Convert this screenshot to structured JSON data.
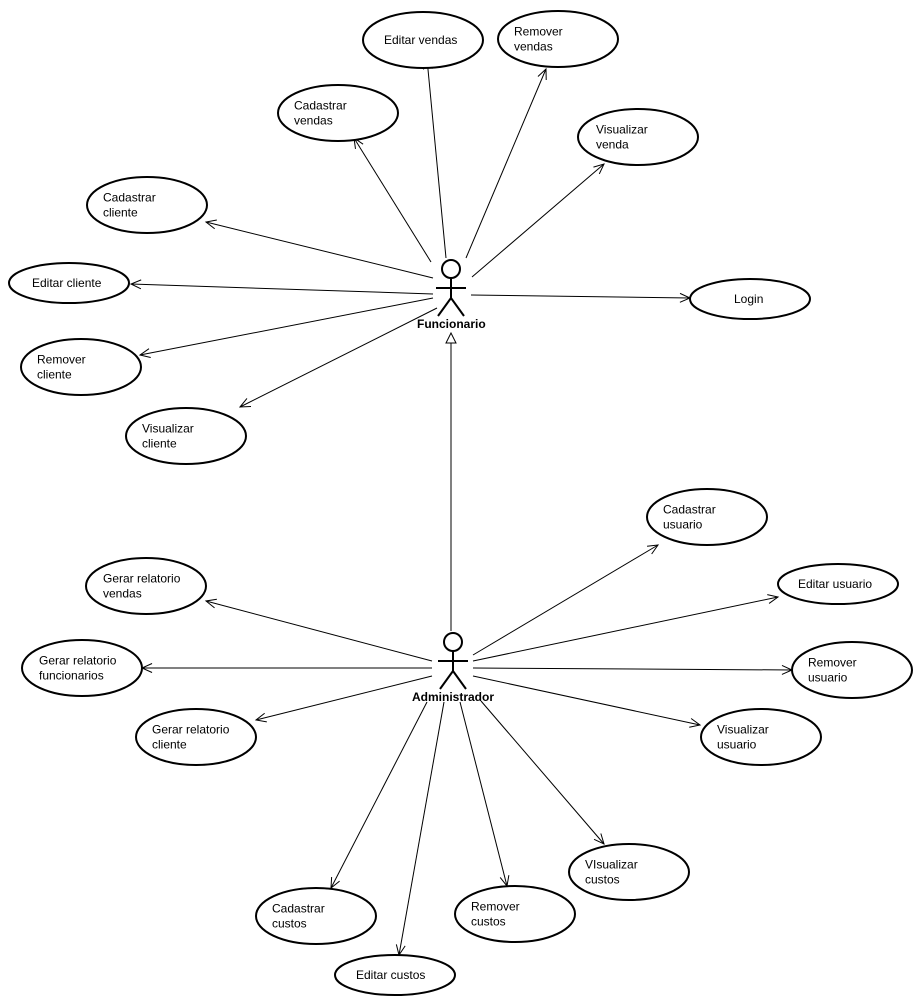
{
  "actors": {
    "funcionario": {
      "name": "Funcionario"
    },
    "administrador": {
      "name": "Administrador"
    }
  },
  "use_cases": {
    "editar_vendas": [
      "Editar vendas"
    ],
    "remover_vendas": [
      "Remover",
      "vendas"
    ],
    "cadastrar_vendas": [
      "Cadastrar",
      "vendas"
    ],
    "visualizar_venda": [
      "Visualizar",
      "venda"
    ],
    "cadastrar_cliente": [
      "Cadastrar",
      "cliente"
    ],
    "editar_cliente": [
      "Editar cliente"
    ],
    "login": [
      "Login"
    ],
    "remover_cliente": [
      "Remover",
      "cliente"
    ],
    "visualizar_cliente": [
      "Visualizar",
      "cliente"
    ],
    "cadastrar_usuario": [
      "Cadastrar",
      "usuario"
    ],
    "gerar_relatorio_vendas": [
      "Gerar relatorio",
      "vendas"
    ],
    "editar_usuario": [
      "Editar usuario"
    ],
    "gerar_relatorio_funcionarios": [
      "Gerar relatorio",
      "funcionarios"
    ],
    "remover_usuario": [
      "Remover",
      "usuario"
    ],
    "gerar_relatorio_cliente": [
      "Gerar relatorio",
      "cliente"
    ],
    "visualizar_usuario": [
      "Visualizar",
      "usuario"
    ],
    "visualizar_custos": [
      "VIsualizar",
      "custos"
    ],
    "cadastrar_custos": [
      "Cadastrar",
      "custos"
    ],
    "remover_custos": [
      "Remover",
      "custos"
    ],
    "editar_custos": [
      "Editar custos"
    ]
  },
  "associations": [
    {
      "from": "funcionario",
      "to": "editar_vendas"
    },
    {
      "from": "funcionario",
      "to": "remover_vendas"
    },
    {
      "from": "funcionario",
      "to": "cadastrar_vendas"
    },
    {
      "from": "funcionario",
      "to": "visualizar_venda"
    },
    {
      "from": "funcionario",
      "to": "cadastrar_cliente"
    },
    {
      "from": "funcionario",
      "to": "editar_cliente"
    },
    {
      "from": "funcionario",
      "to": "login"
    },
    {
      "from": "funcionario",
      "to": "remover_cliente"
    },
    {
      "from": "funcionario",
      "to": "visualizar_cliente"
    },
    {
      "from": "administrador",
      "to": "cadastrar_usuario"
    },
    {
      "from": "administrador",
      "to": "gerar_relatorio_vendas"
    },
    {
      "from": "administrador",
      "to": "editar_usuario"
    },
    {
      "from": "administrador",
      "to": "gerar_relatorio_funcionarios"
    },
    {
      "from": "administrador",
      "to": "remover_usuario"
    },
    {
      "from": "administrador",
      "to": "gerar_relatorio_cliente"
    },
    {
      "from": "administrador",
      "to": "visualizar_usuario"
    },
    {
      "from": "administrador",
      "to": "visualizar_custos"
    },
    {
      "from": "administrador",
      "to": "cadastrar_custos"
    },
    {
      "from": "administrador",
      "to": "remover_custos"
    },
    {
      "from": "administrador",
      "to": "editar_custos"
    }
  ],
  "generalizations": [
    {
      "child": "administrador",
      "parent": "funcionario"
    }
  ]
}
